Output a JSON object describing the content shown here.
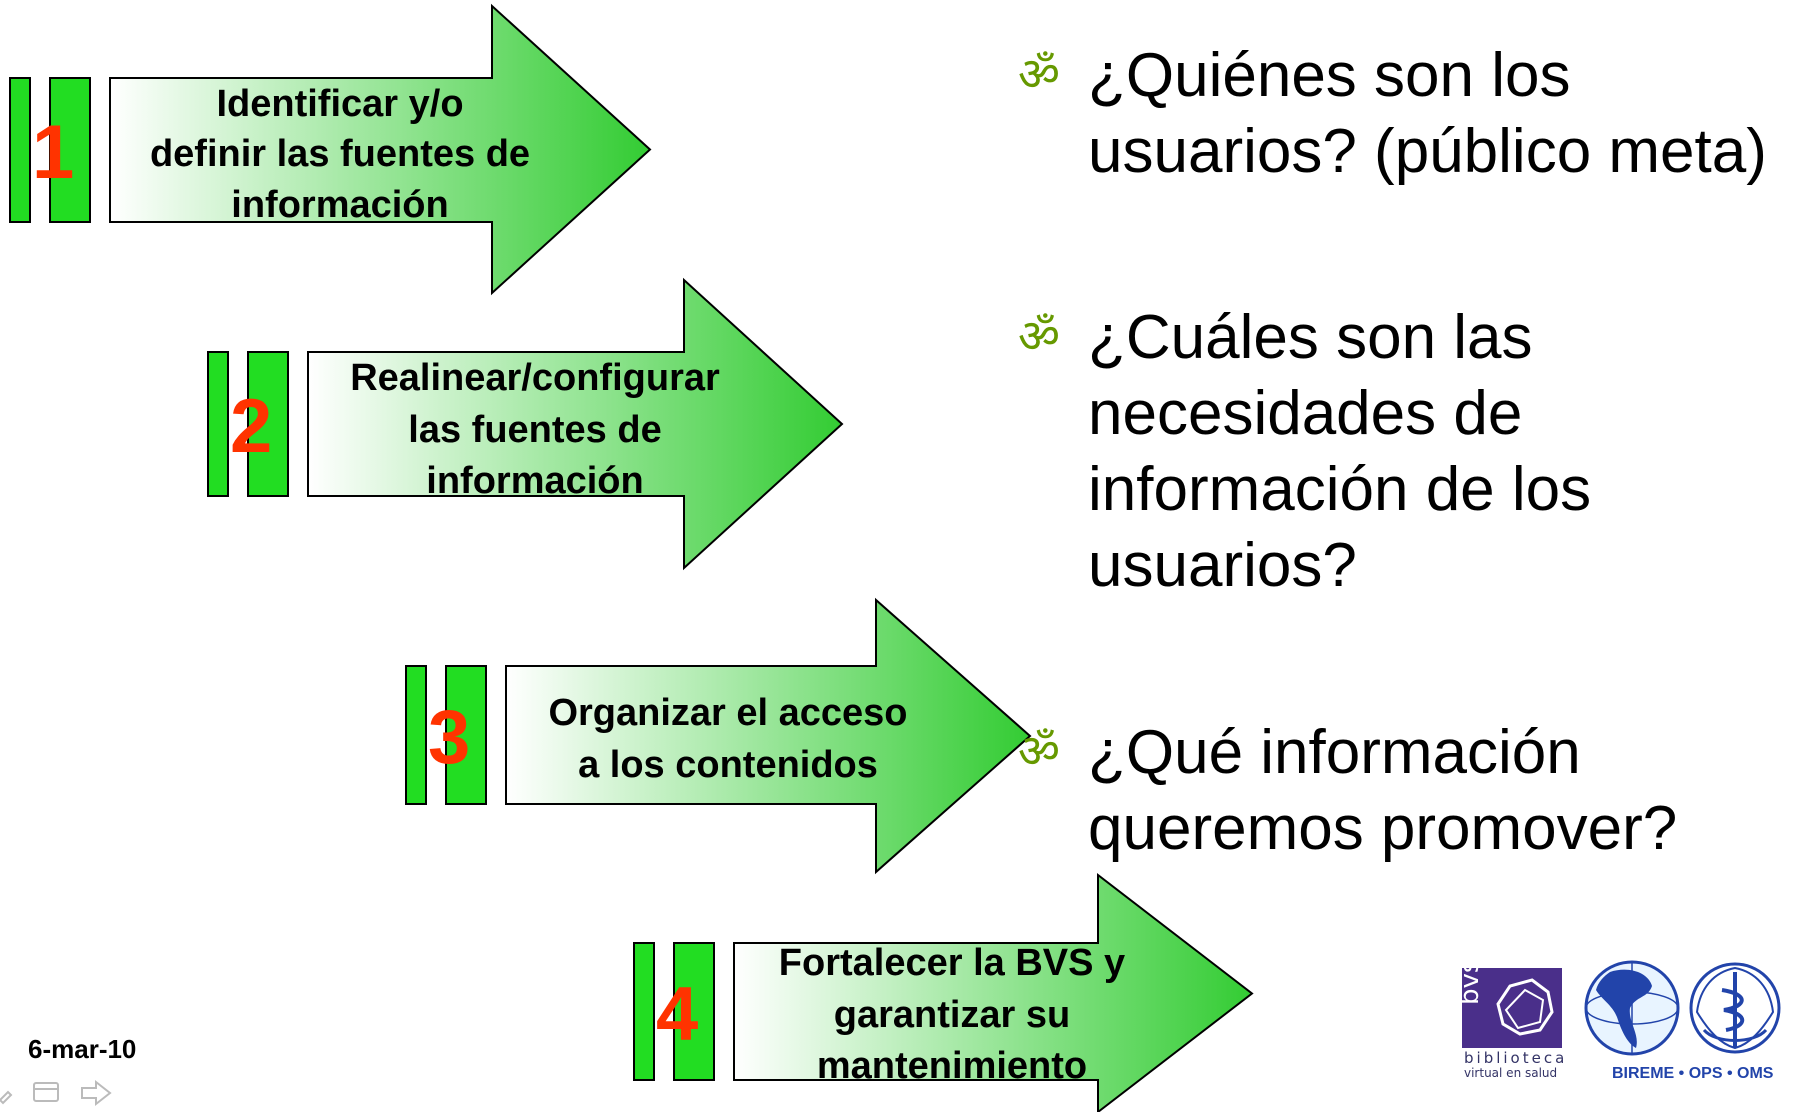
{
  "colors": {
    "arrow_start": "#ffffff",
    "arrow_end": "#33cc33",
    "bar_fill": "#22dd22",
    "number": "#ff3300",
    "bullet": "#669900",
    "bvs_purple": "#4a2f8a",
    "bireme_blue": "#2244aa"
  },
  "steps": [
    {
      "number": "1",
      "lines": [
        "Identificar y/o",
        "definir las fuentes de",
        "información"
      ]
    },
    {
      "number": "2",
      "lines": [
        "Realinear/configurar",
        "las fuentes de",
        "información"
      ]
    },
    {
      "number": "3",
      "lines": [
        "Organizar el acceso",
        "a los contenidos"
      ]
    },
    {
      "number": "4",
      "lines": [
        "Fortalecer la BVS y",
        "garantizar su",
        "mantenimiento"
      ]
    }
  ],
  "questions": [
    {
      "bullet": "ॐ",
      "lines": [
        "¿Quiénes son los",
        "usuarios? (público meta)"
      ]
    },
    {
      "bullet": "ॐ",
      "lines": [
        "¿Cuáles son las",
        "necesidades de",
        "información de los",
        "usuarios?"
      ]
    },
    {
      "bullet": "ॐ",
      "lines": [
        "¿Qué información",
        "queremos promover?"
      ]
    }
  ],
  "footer": {
    "date": "6-mar-10"
  },
  "logos": {
    "bvs": {
      "mark": "bvs",
      "line1": "biblioteca",
      "line2": "virtual en salud"
    },
    "partners": "BIREME • OPS • OMS"
  },
  "icons": [
    "pen-icon",
    "slide-menu-icon",
    "next-slide-icon",
    "globe-icon",
    "who-emblem-icon"
  ]
}
